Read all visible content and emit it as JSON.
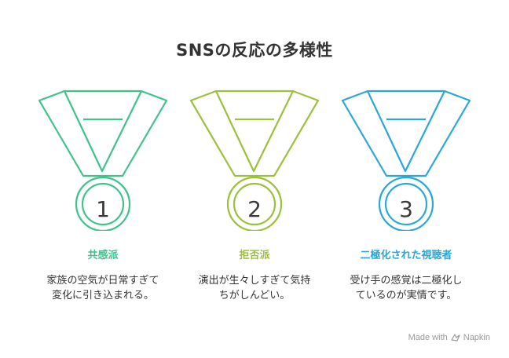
{
  "title": "SNSの反応の多様性",
  "items": [
    {
      "number": "1",
      "label": "共感派",
      "description": "家族の空気が日常すぎて変化に引き込まれる。",
      "color": "#3fc38b"
    },
    {
      "number": "2",
      "label": "拒否派",
      "description": "演出が生々しすぎて気持ちがしんどい。",
      "color": "#9cc03a"
    },
    {
      "number": "3",
      "label": "二極化された視聴者",
      "description": "受け手の感覚は二極化しているのが実情です。",
      "color": "#29a8d8"
    }
  ],
  "footer": {
    "text": "Made with",
    "brand": "Napkin",
    "icon": "napkin-logo-icon"
  }
}
